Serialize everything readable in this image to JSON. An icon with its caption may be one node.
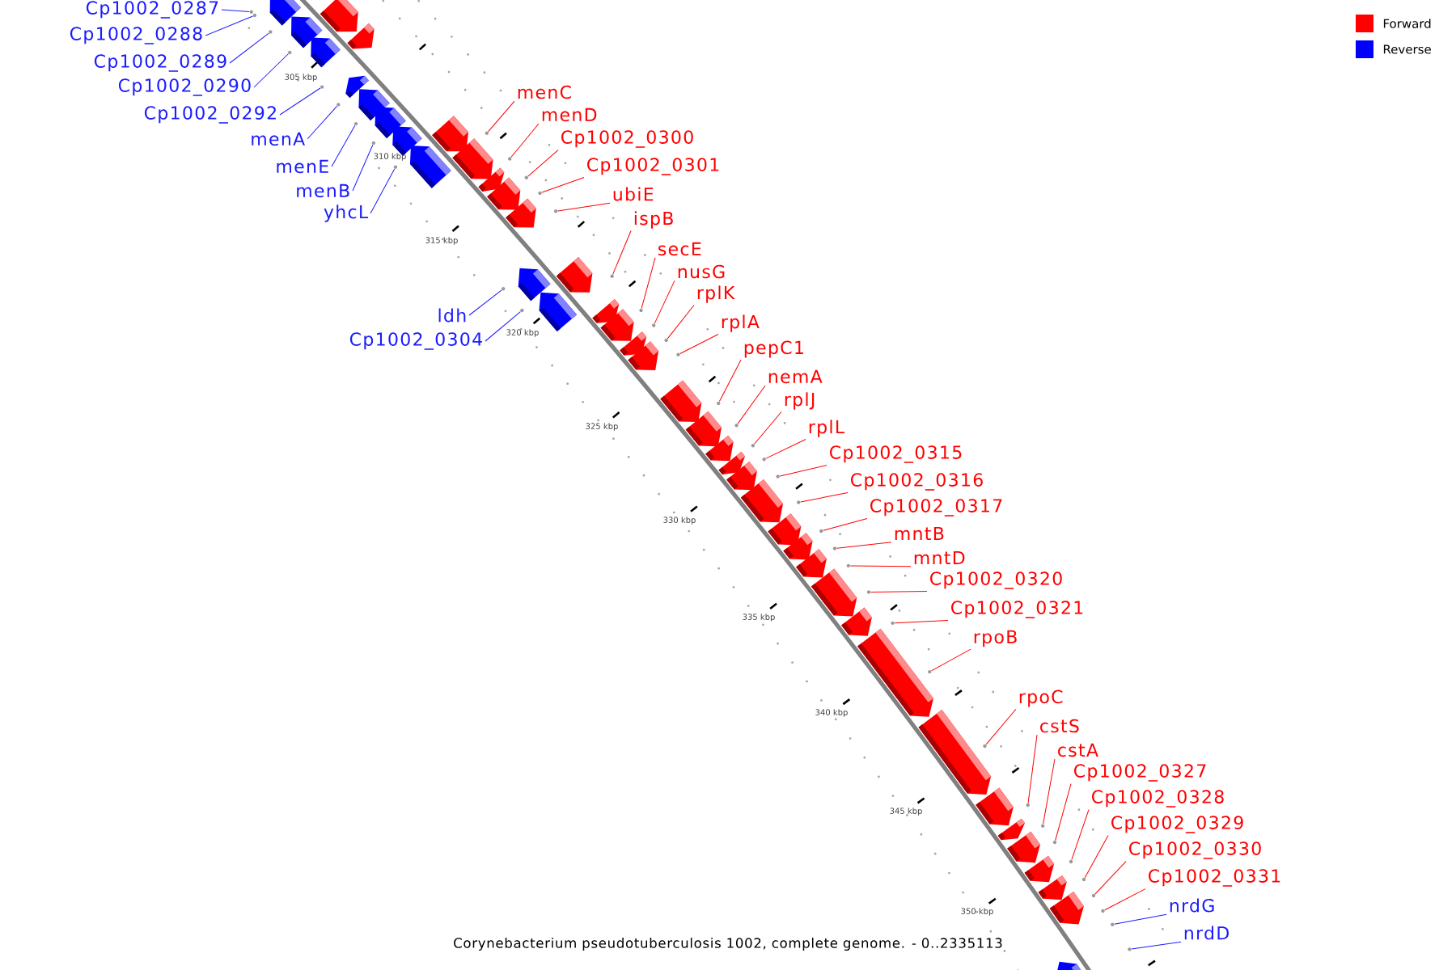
{
  "diagram": {
    "caption": "Corynebacterium pseudotuberculosis 1002, complete genome. - 0..2335113",
    "nodes": [
      {
        "text": [
          "Cp1002_0287"
        ]
      },
      {
        "text": [
          "Cp1002_0288"
        ]
      },
      {
        "text": [
          "Cp1002_0289"
        ]
      },
      {
        "text": [
          "Cp1002_0290"
        ]
      },
      {
        "text": [
          "Cp1002_0292"
        ]
      },
      {
        "text": [
          "menA"
        ]
      },
      {
        "text": [
          "menE"
        ]
      },
      {
        "text": [
          "menB"
        ]
      },
      {
        "text": [
          "yhcL"
        ]
      },
      {
        "text": [
          "menC"
        ]
      },
      {
        "text": [
          "menD"
        ]
      },
      {
        "text": [
          "Cp1002_0300"
        ]
      },
      {
        "text": [
          "Cp1002_0301"
        ]
      },
      {
        "text": [
          "ubiE"
        ]
      },
      {
        "text": [
          "ispB"
        ]
      },
      {
        "text": [
          "ldh"
        ]
      },
      {
        "text": [
          "Cp1002_0304"
        ]
      },
      {
        "text": [
          "secE"
        ]
      },
      {
        "text": [
          "nusG"
        ]
      },
      {
        "text": [
          "rplK"
        ]
      },
      {
        "text": [
          "rplA"
        ]
      },
      {
        "text": [
          "pepC1"
        ]
      },
      {
        "text": [
          "nemA"
        ]
      },
      {
        "text": [
          "rplJ"
        ]
      },
      {
        "text": [
          "rplL"
        ]
      },
      {
        "text": [
          "Cp1002_0315"
        ]
      },
      {
        "text": [
          "Cp1002_0316"
        ]
      },
      {
        "text": [
          "Cp1002_0317"
        ]
      },
      {
        "text": [
          "mntB"
        ]
      },
      {
        "text": [
          "mntD"
        ]
      },
      {
        "text": [
          "Cp1002_0320"
        ]
      },
      {
        "text": [
          "Cp1002_0321"
        ]
      },
      {
        "text": [
          "rpoB"
        ]
      },
      {
        "text": [
          "rpoC"
        ]
      },
      {
        "text": [
          "cstS"
        ]
      },
      {
        "text": [
          "cstA"
        ]
      },
      {
        "text": [
          "Cp1002_0327"
        ]
      },
      {
        "text": [
          "Cp1002_0328"
        ]
      },
      {
        "text": [
          "Cp1002_0329"
        ]
      },
      {
        "text": [
          "Cp1002_0330"
        ]
      },
      {
        "text": [
          "Cp1002_0331"
        ]
      },
      {
        "text": [
          "nrdG"
        ]
      },
      {
        "text": [
          "nrdD"
        ]
      },
      {
        "text": [],
        "shape": "circle"
      },
      {
        "text": [],
        "shape": "circle"
      },
      {
        "text": [],
        "shape": "circle"
      },
      {
        "text": [],
        "shape": "circle"
      },
      {
        "text": [],
        "shape": "circle"
      },
      {
        "text": [],
        "shape": "circle"
      },
      {
        "text": [],
        "shape": "circle"
      },
      {
        "text": [],
        "shape": "circle"
      },
      {
        "text": [],
        "shape": "circle"
      },
      {
        "text": [],
        "shape": "circle"
      },
      {
        "text": [],
        "shape": "circle"
      },
      {
        "text": [],
        "shape": "circle"
      },
      {
        "text": [],
        "shape": "circle"
      },
      {
        "text": [],
        "shape": "circle"
      },
      {
        "text": [],
        "shape": "circle"
      },
      {
        "text": [],
        "shape": "circle"
      },
      {
        "text": [],
        "shape": "circle"
      },
      {
        "text": [],
        "shape": "circle"
      },
      {
        "text": [],
        "shape": "circle"
      },
      {
        "text": [],
        "shape": "circle"
      },
      {
        "text": [],
        "shape": "circle"
      },
      {
        "text": [],
        "shape": "circle"
      },
      {
        "text": [],
        "shape": "circle"
      },
      {
        "text": [],
        "shape": "circle"
      },
      {
        "text": [],
        "shape": "circle"
      },
      {
        "text": [],
        "shape": "circle"
      },
      {
        "text": [],
        "shape": "circle"
      },
      {
        "text": [],
        "shape": "circle"
      },
      {
        "text": [],
        "shape": "circle"
      },
      {
        "text": [],
        "shape": "circle"
      },
      {
        "text": [],
        "shape": "circle"
      },
      {
        "text": [],
        "shape": "circle"
      },
      {
        "text": [],
        "shape": "circle"
      },
      {
        "text": [],
        "shape": "circle"
      },
      {
        "text": [],
        "shape": "circle"
      },
      {
        "text": [],
        "shape": "circle"
      },
      {
        "text": [],
        "shape": "circle"
      },
      {
        "text": [],
        "shape": "circle"
      },
      {
        "text": [],
        "shape": "circle"
      },
      {
        "text": [],
        "shape": "circle"
      },
      {
        "text": [],
        "shape": "circle"
      },
      {
        "text": [],
        "shape": "circle"
      },
      {
        "text": [],
        "shape": "circle"
      }
    ],
    "edges": [
      {
        "from": 0,
        "to": 43,
        "arrow": "none",
        "color": "#1c1cff"
      },
      {
        "from": 1,
        "to": 44,
        "arrow": "none",
        "color": "#1c1cff"
      },
      {
        "from": 2,
        "to": 45,
        "arrow": "none",
        "color": "#1c1cff"
      },
      {
        "from": 3,
        "to": 46,
        "arrow": "none",
        "color": "#1c1cff"
      },
      {
        "from": 4,
        "to": 47,
        "arrow": "none",
        "color": "#1c1cff"
      },
      {
        "from": 5,
        "to": 48,
        "arrow": "none",
        "color": "#1c1cff"
      },
      {
        "from": 6,
        "to": 49,
        "arrow": "none",
        "color": "#1c1cff"
      },
      {
        "from": 7,
        "to": 50,
        "arrow": "none",
        "color": "#1c1cff"
      },
      {
        "from": 8,
        "to": 51,
        "arrow": "none",
        "color": "#1c1cff"
      },
      {
        "from": 9,
        "to": 52,
        "arrow": "none"
      },
      {
        "from": 10,
        "to": 53,
        "arrow": "none"
      },
      {
        "from": 11,
        "to": 54,
        "arrow": "none"
      },
      {
        "from": 12,
        "to": 55,
        "arrow": "none"
      },
      {
        "from": 13,
        "to": 56,
        "arrow": "none"
      },
      {
        "from": 14,
        "to": 57,
        "arrow": "none"
      },
      {
        "from": 15,
        "to": 58,
        "arrow": "none",
        "color": "#1c1cff"
      },
      {
        "from": 16,
        "to": 59,
        "arrow": "none",
        "color": "#1c1cff"
      },
      {
        "from": 17,
        "to": 60,
        "arrow": "none"
      },
      {
        "from": 18,
        "to": 61,
        "arrow": "none"
      },
      {
        "from": 19,
        "to": 62,
        "arrow": "none"
      },
      {
        "from": 20,
        "to": 63,
        "arrow": "none"
      },
      {
        "from": 21,
        "to": 64,
        "arrow": "none"
      },
      {
        "from": 22,
        "to": 65,
        "arrow": "none"
      },
      {
        "from": 23,
        "to": 66,
        "arrow": "none"
      },
      {
        "from": 24,
        "to": 67,
        "arrow": "none"
      },
      {
        "from": 25,
        "to": 68,
        "arrow": "none"
      },
      {
        "from": 26,
        "to": 69,
        "arrow": "none"
      },
      {
        "from": 27,
        "to": 70,
        "arrow": "none"
      },
      {
        "from": 28,
        "to": 71,
        "arrow": "none"
      },
      {
        "from": 29,
        "to": 72,
        "arrow": "none"
      },
      {
        "from": 30,
        "to": 73,
        "arrow": "none"
      },
      {
        "from": 31,
        "to": 74,
        "arrow": "none"
      },
      {
        "from": 32,
        "to": 75,
        "arrow": "none"
      },
      {
        "from": 33,
        "to": 76,
        "arrow": "none"
      },
      {
        "from": 34,
        "to": 77,
        "arrow": "none"
      },
      {
        "from": 35,
        "to": 78,
        "arrow": "none"
      },
      {
        "from": 36,
        "to": 79,
        "arrow": "none"
      },
      {
        "from": 37,
        "to": 80,
        "arrow": "none"
      },
      {
        "from": 38,
        "to": 81,
        "arrow": "none"
      },
      {
        "from": 39,
        "to": 82,
        "arrow": "none"
      },
      {
        "from": 40,
        "to": 83,
        "arrow": "none"
      },
      {
        "from": 41,
        "to": 84,
        "arrow": "none",
        "color": "#1c1cff"
      },
      {
        "from": 42,
        "to": 85,
        "arrow": "none",
        "color": "#1c1cff"
      }
    ],
    "labels": [
      "305 kbp",
      "310 kbp",
      "315 kbp",
      "320 kbp",
      "325 kbp",
      "330 kbp",
      "335 kbp",
      "340 kbp",
      "345 kbp",
      "350 kbp"
    ],
    "legend": [
      {
        "text": "Forward",
        "color": "#ff0000"
      },
      {
        "text": "Reverse",
        "color": "#0000ff"
      }
    ]
  }
}
